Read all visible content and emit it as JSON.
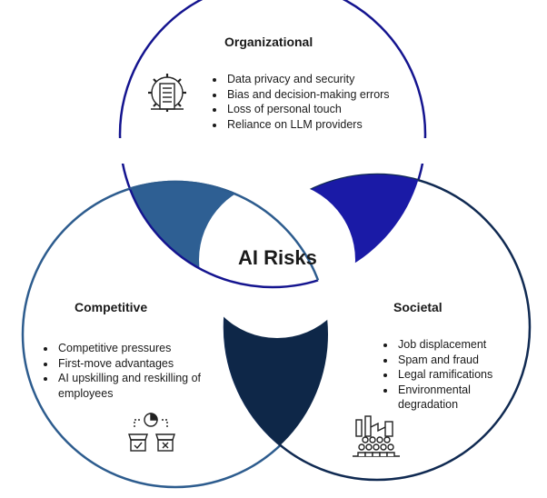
{
  "center": {
    "label": "AI Risks"
  },
  "organizational": {
    "title": "Organizational",
    "items": [
      "Data privacy and security",
      "Bias and decision-making errors",
      "Loss of personal touch",
      "Reliance on LLM providers"
    ],
    "icon": "building-gear-icon",
    "stroke": "#14148f"
  },
  "competitive": {
    "title": "Competitive",
    "items": [
      "Competitive pressures",
      "First-move advantages",
      "AI upskilling and reskilling of employees"
    ],
    "icon": "market-stalls-icon",
    "stroke": "#2d5c8e"
  },
  "societal": {
    "title": "Societal",
    "items": [
      "Job displacement",
      "Spam and fraud",
      "Legal ramifications",
      "Environmental degradation"
    ],
    "icon": "factory-people-icon",
    "stroke": "#102a52"
  },
  "colors": {
    "top_left_lens": "#2e5f93",
    "top_right_lens": "#1a1aa6",
    "bottom_lens": "#0e2748"
  }
}
